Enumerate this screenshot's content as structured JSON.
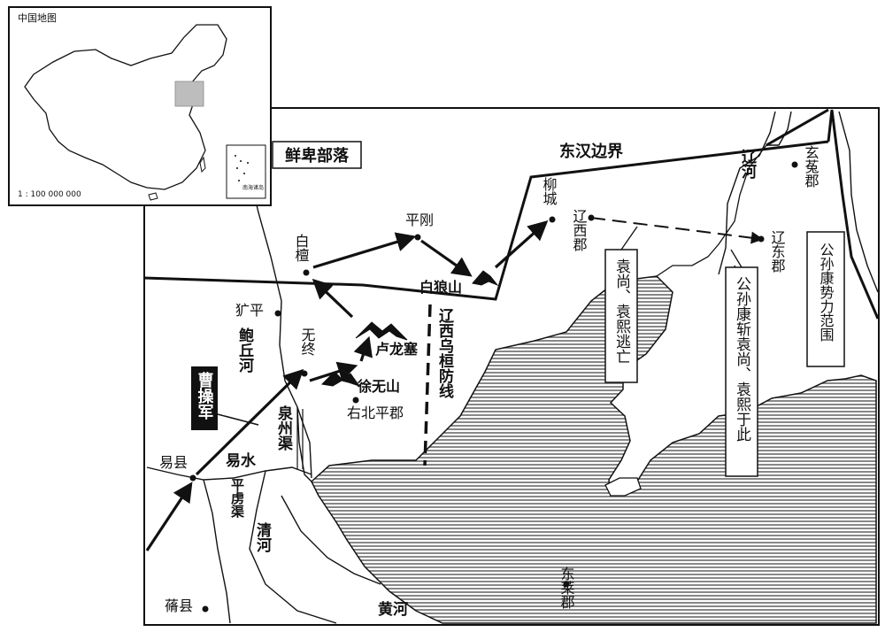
{
  "inset": {
    "title": "中国地图",
    "scale": "1 : 100 000 000",
    "south_sea_label": "南海诸岛"
  },
  "map": {
    "xianbei": "鲜卑部落",
    "border": "东汉边界",
    "baitan": "白檀",
    "pinggang": "平刚",
    "bailangshan": "白狼山",
    "liucheng": "柳城",
    "liaoxi_jun": "辽西郡",
    "liaodong_jun": "辽东郡",
    "xuantu_jun": "玄菟郡",
    "liao_he": "辽河",
    "gongsun_range": "公孙康势力范围",
    "yuan_flee": "袁尚、袁熙逃亡",
    "gongsun_kill": "公孙康斩袁尚、袁熙于此",
    "liaoxi_wuhuan": "辽西乌桓防线",
    "guangping": "犷平",
    "baoqiu_he": "鲍丘河",
    "wuzhong": "无终",
    "lulongsai": "卢龙塞",
    "xuwushan": "徐无山",
    "youbeiping": "右北平郡",
    "caocao_army": "曹操军",
    "yixian": "易县",
    "yishui": "易水",
    "quanzhouqu": "泉州渠",
    "pinglu_qu": "平虏渠",
    "qing_he": "清河",
    "huang_he": "黄河",
    "donglai": "东莱郡",
    "luoxian": "蓨县"
  }
}
